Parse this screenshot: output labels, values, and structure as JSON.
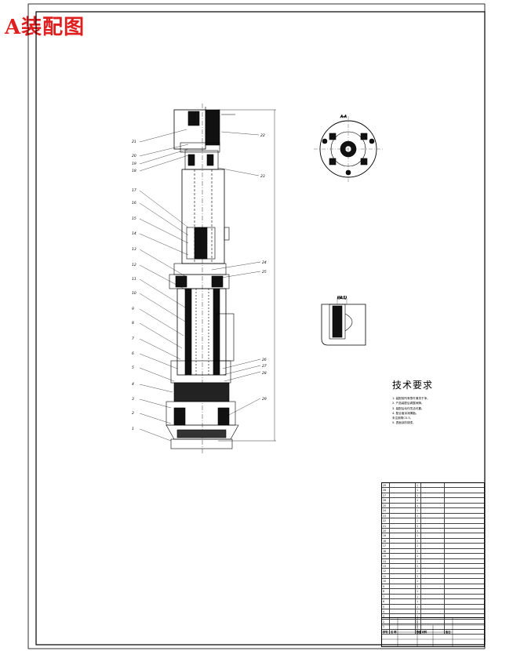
{
  "drawing_title": "A装配图",
  "section_label": "A-A",
  "detail_label": "I(4:1)",
  "tech_requirements": {
    "title": "技术要求",
    "items": [
      "1. 装配前所有零件清洗干净。",
      "2. 产品装配后调整间隙。",
      "3. 装配后动作灵活可靠。",
      "4. 配合面涂润滑脂。",
      "未注倒角C0.5。",
      "5. 表面涂防锈漆。"
    ]
  },
  "part_callouts_left": [
    "21",
    "20",
    "19",
    "18",
    "17",
    "16",
    "15",
    "14",
    "13",
    "12",
    "11",
    "10",
    "9",
    "8",
    "7",
    "6",
    "5",
    "4",
    "3",
    "2",
    "1"
  ],
  "part_callouts_right": [
    "22",
    "23",
    "24",
    "25",
    "26",
    "27",
    "28",
    "29"
  ],
  "bom": {
    "header": [
      "序号",
      "名 称",
      "数量",
      "材料",
      "备注"
    ],
    "rows": [
      {
        "no": "29",
        "name": "",
        "qty": "1",
        "mat": "",
        "rem": ""
      },
      {
        "no": "28",
        "name": "",
        "qty": "1",
        "mat": "",
        "rem": ""
      },
      {
        "no": "27",
        "name": "",
        "qty": "1",
        "mat": "",
        "rem": ""
      },
      {
        "no": "26",
        "name": "",
        "qty": "1",
        "mat": "",
        "rem": ""
      },
      {
        "no": "25",
        "name": "",
        "qty": "1",
        "mat": "",
        "rem": ""
      },
      {
        "no": "24",
        "name": "",
        "qty": "1",
        "mat": "",
        "rem": ""
      },
      {
        "no": "23",
        "name": "",
        "qty": "1",
        "mat": "",
        "rem": ""
      },
      {
        "no": "22",
        "name": "",
        "qty": "1",
        "mat": "",
        "rem": ""
      },
      {
        "no": "21",
        "name": "",
        "qty": "1",
        "mat": "",
        "rem": ""
      },
      {
        "no": "20",
        "name": "",
        "qty": "1",
        "mat": "",
        "rem": ""
      },
      {
        "no": "19",
        "name": "",
        "qty": "1",
        "mat": "",
        "rem": ""
      },
      {
        "no": "18",
        "name": "",
        "qty": "1",
        "mat": "",
        "rem": ""
      },
      {
        "no": "17",
        "name": "",
        "qty": "1",
        "mat": "",
        "rem": ""
      },
      {
        "no": "16",
        "name": "",
        "qty": "1",
        "mat": "",
        "rem": ""
      },
      {
        "no": "15",
        "name": "",
        "qty": "1",
        "mat": "",
        "rem": ""
      },
      {
        "no": "14",
        "name": "",
        "qty": "1",
        "mat": "",
        "rem": ""
      },
      {
        "no": "13",
        "name": "",
        "qty": "1",
        "mat": "",
        "rem": ""
      },
      {
        "no": "12",
        "name": "",
        "qty": "1",
        "mat": "",
        "rem": ""
      },
      {
        "no": "11",
        "name": "",
        "qty": "1",
        "mat": "",
        "rem": ""
      },
      {
        "no": "10",
        "name": "",
        "qty": "1",
        "mat": "",
        "rem": ""
      },
      {
        "no": "9",
        "name": "",
        "qty": "1",
        "mat": "",
        "rem": ""
      },
      {
        "no": "8",
        "name": "",
        "qty": "1",
        "mat": "",
        "rem": ""
      },
      {
        "no": "7",
        "name": "",
        "qty": "1",
        "mat": "",
        "rem": ""
      },
      {
        "no": "6",
        "name": "",
        "qty": "1",
        "mat": "",
        "rem": ""
      },
      {
        "no": "5",
        "name": "",
        "qty": "1",
        "mat": "",
        "rem": ""
      },
      {
        "no": "4",
        "name": "",
        "qty": "1",
        "mat": "",
        "rem": ""
      },
      {
        "no": "3",
        "name": "",
        "qty": "1",
        "mat": "",
        "rem": ""
      },
      {
        "no": "2",
        "name": "",
        "qty": "1",
        "mat": "",
        "rem": ""
      },
      {
        "no": "1",
        "name": "",
        "qty": "1",
        "mat": "",
        "rem": ""
      }
    ]
  },
  "colors": {
    "title_red": "#e02020",
    "line": "#000000",
    "paper": "#ffffff"
  }
}
